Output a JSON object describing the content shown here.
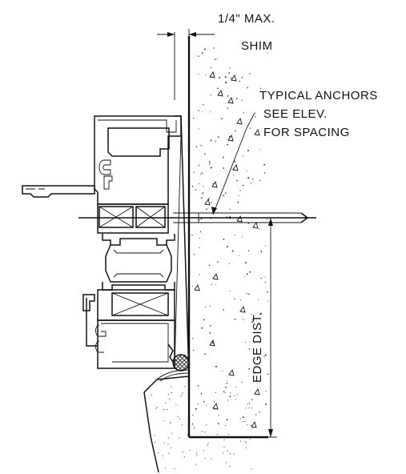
{
  "labels": {
    "shim_gap": "1/4\" MAX.",
    "shim": "SHIM",
    "anchors_line1": "TYPICAL ANCHORS",
    "anchors_line2": "SEE ELEV.",
    "anchors_line3": "FOR SPACING",
    "edge_dist": "EDGE DIST."
  }
}
